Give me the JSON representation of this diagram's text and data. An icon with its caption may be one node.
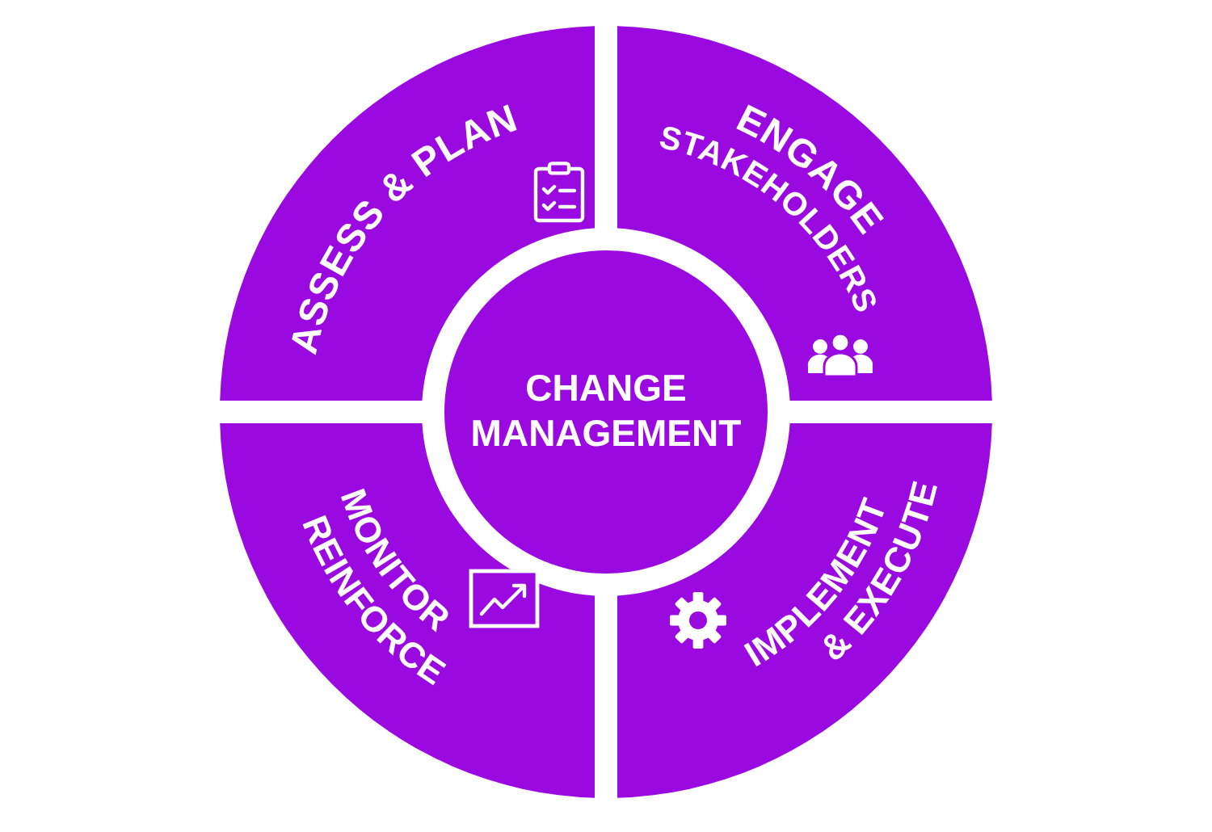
{
  "diagram": {
    "nodes": [
      {
        "text": [
          "ASSESS & PLAN"
        ]
      },
      {
        "text": [
          "ENGAGE STAKEHOLDERS"
        ]
      },
      {
        "text": [
          "CHANGE MANAGEMENT"
        ]
      },
      {
        "text": [
          "MONITOR REINFORCE"
        ]
      },
      {
        "text": [
          "IMPLEMENT & EXECUTE"
        ]
      }
    ]
  }
}
